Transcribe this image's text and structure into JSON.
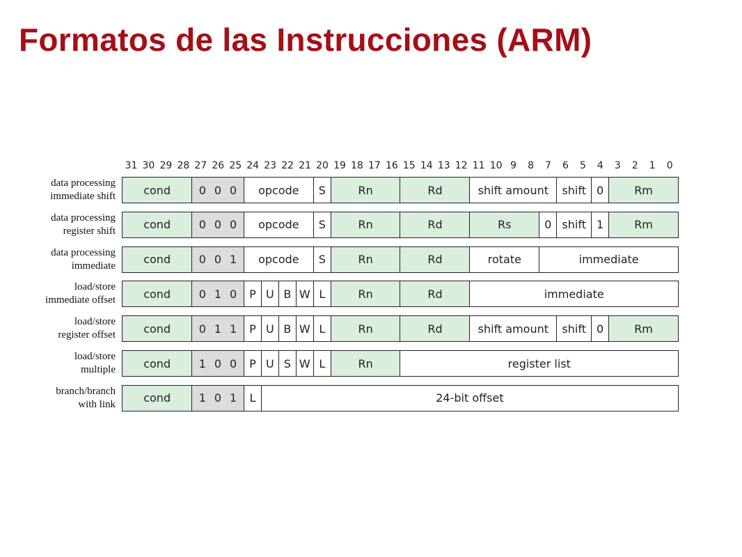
{
  "title": "Formatos de las Instrucciones (ARM)",
  "colors": {
    "title": "#a50f16",
    "green": "#d9eedd",
    "gray": "#dcdcde",
    "border": "#222222"
  },
  "bit_numbers": [
    "31",
    "30",
    "29",
    "28",
    "27",
    "26",
    "25",
    "24",
    "23",
    "22",
    "21",
    "20",
    "19",
    "18",
    "17",
    "16",
    "15",
    "14",
    "13",
    "12",
    "11",
    "10",
    "9",
    "8",
    "7",
    "6",
    "5",
    "4",
    "3",
    "2",
    "1",
    "0"
  ],
  "rows": [
    {
      "label": [
        "data processing",
        "immediate shift"
      ],
      "fields": [
        {
          "text": "cond",
          "hi": 31,
          "lo": 28,
          "fill": "green"
        },
        {
          "text": "0 0 0",
          "hi": 27,
          "lo": 25,
          "fill": "gray"
        },
        {
          "text": "opcode",
          "hi": 24,
          "lo": 21,
          "fill": "white"
        },
        {
          "text": "S",
          "hi": 20,
          "lo": 20,
          "fill": "white"
        },
        {
          "text": "Rn",
          "hi": 19,
          "lo": 16,
          "fill": "green"
        },
        {
          "text": "Rd",
          "hi": 15,
          "lo": 12,
          "fill": "green"
        },
        {
          "text": "shift amount",
          "hi": 11,
          "lo": 7,
          "fill": "white"
        },
        {
          "text": "shift",
          "hi": 6,
          "lo": 5,
          "fill": "white"
        },
        {
          "text": "0",
          "hi": 4,
          "lo": 4,
          "fill": "white"
        },
        {
          "text": "Rm",
          "hi": 3,
          "lo": 0,
          "fill": "green"
        }
      ]
    },
    {
      "label": [
        "data processing",
        "register shift"
      ],
      "fields": [
        {
          "text": "cond",
          "hi": 31,
          "lo": 28,
          "fill": "green"
        },
        {
          "text": "0 0 0",
          "hi": 27,
          "lo": 25,
          "fill": "gray"
        },
        {
          "text": "opcode",
          "hi": 24,
          "lo": 21,
          "fill": "white"
        },
        {
          "text": "S",
          "hi": 20,
          "lo": 20,
          "fill": "white"
        },
        {
          "text": "Rn",
          "hi": 19,
          "lo": 16,
          "fill": "green"
        },
        {
          "text": "Rd",
          "hi": 15,
          "lo": 12,
          "fill": "green"
        },
        {
          "text": "Rs",
          "hi": 11,
          "lo": 8,
          "fill": "green"
        },
        {
          "text": "0",
          "hi": 7,
          "lo": 7,
          "fill": "white"
        },
        {
          "text": "shift",
          "hi": 6,
          "lo": 5,
          "fill": "white"
        },
        {
          "text": "1",
          "hi": 4,
          "lo": 4,
          "fill": "white"
        },
        {
          "text": "Rm",
          "hi": 3,
          "lo": 0,
          "fill": "green"
        }
      ]
    },
    {
      "label": [
        "data processing",
        "immediate"
      ],
      "fields": [
        {
          "text": "cond",
          "hi": 31,
          "lo": 28,
          "fill": "green"
        },
        {
          "text": "0 0 1",
          "hi": 27,
          "lo": 25,
          "fill": "gray"
        },
        {
          "text": "opcode",
          "hi": 24,
          "lo": 21,
          "fill": "white"
        },
        {
          "text": "S",
          "hi": 20,
          "lo": 20,
          "fill": "white"
        },
        {
          "text": "Rn",
          "hi": 19,
          "lo": 16,
          "fill": "green"
        },
        {
          "text": "Rd",
          "hi": 15,
          "lo": 12,
          "fill": "green"
        },
        {
          "text": "rotate",
          "hi": 11,
          "lo": 8,
          "fill": "white"
        },
        {
          "text": "immediate",
          "hi": 7,
          "lo": 0,
          "fill": "white"
        }
      ]
    },
    {
      "label": [
        "load/store",
        "immediate offset"
      ],
      "fields": [
        {
          "text": "cond",
          "hi": 31,
          "lo": 28,
          "fill": "green"
        },
        {
          "text": "0 1 0",
          "hi": 27,
          "lo": 25,
          "fill": "gray"
        },
        {
          "text": "P",
          "hi": 24,
          "lo": 24,
          "fill": "white"
        },
        {
          "text": "U",
          "hi": 23,
          "lo": 23,
          "fill": "white"
        },
        {
          "text": "B",
          "hi": 22,
          "lo": 22,
          "fill": "white"
        },
        {
          "text": "W",
          "hi": 21,
          "lo": 21,
          "fill": "white"
        },
        {
          "text": "L",
          "hi": 20,
          "lo": 20,
          "fill": "white"
        },
        {
          "text": "Rn",
          "hi": 19,
          "lo": 16,
          "fill": "green"
        },
        {
          "text": "Rd",
          "hi": 15,
          "lo": 12,
          "fill": "green"
        },
        {
          "text": "immediate",
          "hi": 11,
          "lo": 0,
          "fill": "white"
        }
      ]
    },
    {
      "label": [
        "load/store",
        "register offset"
      ],
      "fields": [
        {
          "text": "cond",
          "hi": 31,
          "lo": 28,
          "fill": "green"
        },
        {
          "text": "0 1 1",
          "hi": 27,
          "lo": 25,
          "fill": "gray"
        },
        {
          "text": "P",
          "hi": 24,
          "lo": 24,
          "fill": "white"
        },
        {
          "text": "U",
          "hi": 23,
          "lo": 23,
          "fill": "white"
        },
        {
          "text": "B",
          "hi": 22,
          "lo": 22,
          "fill": "white"
        },
        {
          "text": "W",
          "hi": 21,
          "lo": 21,
          "fill": "white"
        },
        {
          "text": "L",
          "hi": 20,
          "lo": 20,
          "fill": "white"
        },
        {
          "text": "Rn",
          "hi": 19,
          "lo": 16,
          "fill": "green"
        },
        {
          "text": "Rd",
          "hi": 15,
          "lo": 12,
          "fill": "green"
        },
        {
          "text": "shift amount",
          "hi": 11,
          "lo": 7,
          "fill": "white"
        },
        {
          "text": "shift",
          "hi": 6,
          "lo": 5,
          "fill": "white"
        },
        {
          "text": "0",
          "hi": 4,
          "lo": 4,
          "fill": "white"
        },
        {
          "text": "Rm",
          "hi": 3,
          "lo": 0,
          "fill": "green"
        }
      ]
    },
    {
      "label": [
        "load/store",
        "multiple"
      ],
      "fields": [
        {
          "text": "cond",
          "hi": 31,
          "lo": 28,
          "fill": "green"
        },
        {
          "text": "1 0 0",
          "hi": 27,
          "lo": 25,
          "fill": "gray"
        },
        {
          "text": "P",
          "hi": 24,
          "lo": 24,
          "fill": "white"
        },
        {
          "text": "U",
          "hi": 23,
          "lo": 23,
          "fill": "white"
        },
        {
          "text": "S",
          "hi": 22,
          "lo": 22,
          "fill": "white"
        },
        {
          "text": "W",
          "hi": 21,
          "lo": 21,
          "fill": "white"
        },
        {
          "text": "L",
          "hi": 20,
          "lo": 20,
          "fill": "white"
        },
        {
          "text": "Rn",
          "hi": 19,
          "lo": 16,
          "fill": "green"
        },
        {
          "text": "register list",
          "hi": 15,
          "lo": 0,
          "fill": "white"
        }
      ]
    },
    {
      "label": [
        "branch/branch",
        "with link"
      ],
      "fields": [
        {
          "text": "cond",
          "hi": 31,
          "lo": 28,
          "fill": "green"
        },
        {
          "text": "1 0 1",
          "hi": 27,
          "lo": 25,
          "fill": "gray"
        },
        {
          "text": "L",
          "hi": 24,
          "lo": 24,
          "fill": "white"
        },
        {
          "text": "24-bit offset",
          "hi": 23,
          "lo": 0,
          "fill": "white"
        }
      ]
    }
  ]
}
